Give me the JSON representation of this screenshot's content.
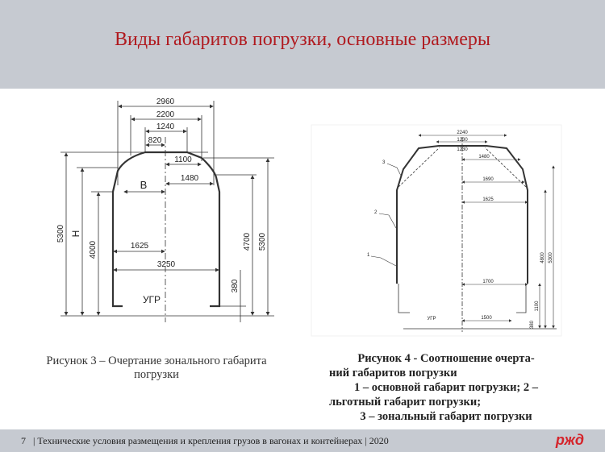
{
  "title": "Виды габаритов погрузки, основные размеры",
  "figure3": {
    "labels": {
      "w2960": "2960",
      "w2200": "2200",
      "w1240": "1240",
      "w820": "820",
      "w1100": "1100",
      "w1480": "1480",
      "b": "B",
      "w1625": "1625",
      "w3250": "3250",
      "h5300l": "5300",
      "h": "H",
      "h4000": "4000",
      "h4700": "4700",
      "h5300r": "5300",
      "h380": "380",
      "ugr": "УГР"
    },
    "caption_line1": "Рисунок 3 – Очертание зонального габарита",
    "caption_line2": "погрузки"
  },
  "figure4": {
    "labels": {
      "w2240": "2240",
      "w1230a": "1230",
      "w1230b": "1230",
      "w1480": "1480",
      "w1690": "1690",
      "w1625": "1625",
      "w1700": "1700",
      "w1500": "1500",
      "h4800": "4800",
      "h5300": "5300",
      "h1100": "1100",
      "h380": "380",
      "ugr": "УГР",
      "n1": "1",
      "n2": "2",
      "n3": "3"
    },
    "caption_line1": "Рисунок 4 - Соотношение очерта-",
    "caption_line2": "ний габаритов погрузки",
    "caption_line3": "1 – основной габарит погрузки; 2 –",
    "caption_line4": "льготный габарит погрузки;",
    "caption_line5": "3 – зональный габарит погрузки"
  },
  "footer": {
    "page": "7",
    "text": "| Технические условия размещения и крепления грузов в вагонах и контейнерах | 2020",
    "logo": "РЖД"
  },
  "colors": {
    "title": "#b0191e",
    "band": "#c6cad1",
    "logo": "#d5232a"
  }
}
